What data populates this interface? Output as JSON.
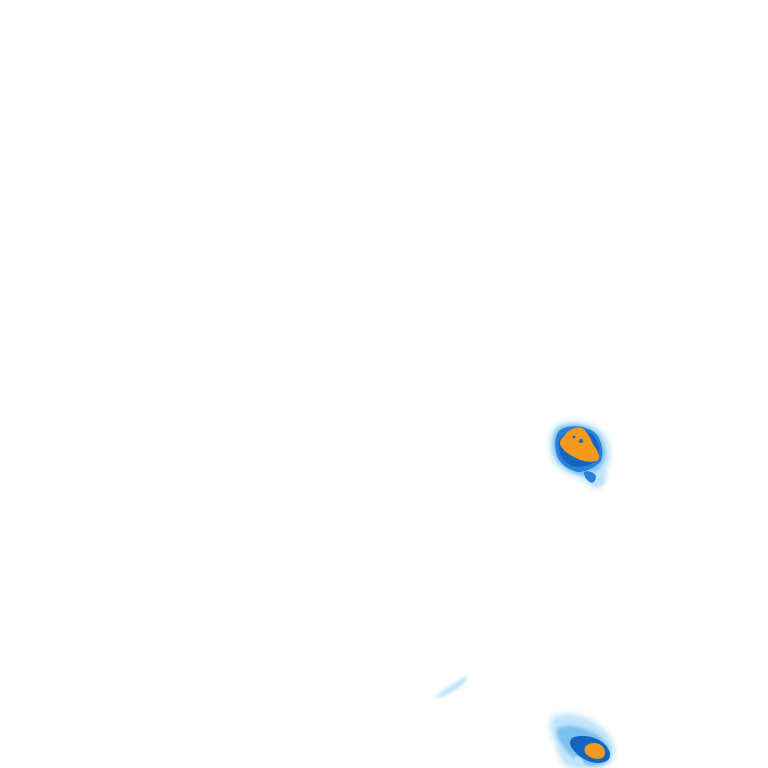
{
  "map": {
    "background_color": "#ffffff",
    "layer": "precipitation-radar-tile",
    "intensity_legend_colors": {
      "light": "#bfe3fb",
      "moderate": "#7cc0f0",
      "strong": "#2a7fd6",
      "heavy": "#1565c0",
      "intense": "#f39a1e"
    },
    "echoes": [
      {
        "name": "cell-upper",
        "peak_level": "intense"
      },
      {
        "name": "cell-lower",
        "peak_level": "intense"
      },
      {
        "name": "streak-faint",
        "peak_level": "light"
      }
    ]
  }
}
